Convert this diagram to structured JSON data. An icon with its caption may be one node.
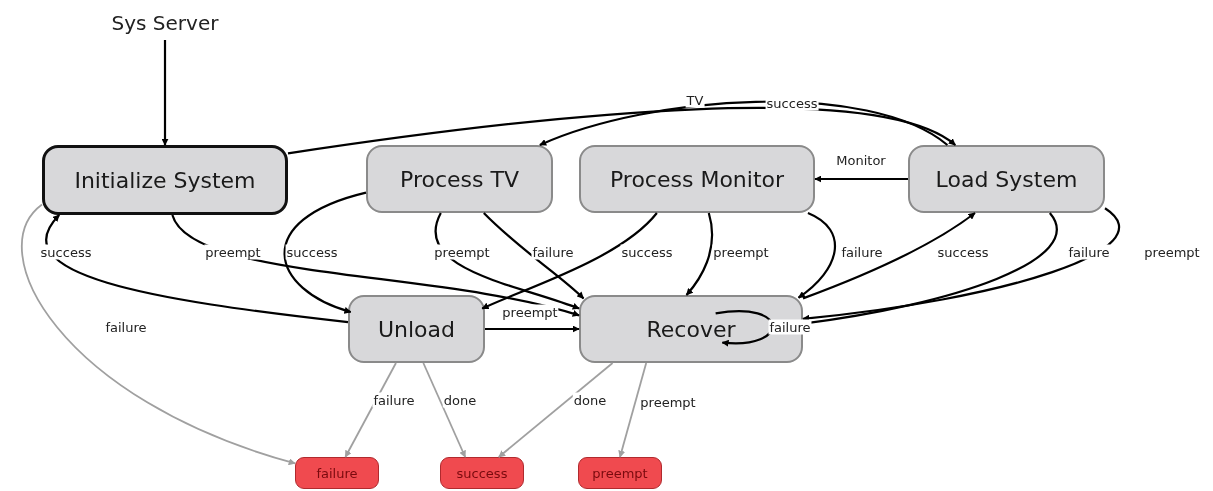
{
  "diagram": {
    "nodes": [
      {
        "text": [
          "Sys Server"
        ]
      },
      {
        "text": [
          "Initialize System"
        ]
      },
      {
        "text": [
          "Process TV"
        ]
      },
      {
        "text": [
          "Process Monitor"
        ]
      },
      {
        "text": [
          "Load System"
        ]
      },
      {
        "text": [
          "Unload"
        ]
      },
      {
        "text": [
          "Recover"
        ]
      },
      {
        "text": [
          "failure"
        ]
      },
      {
        "text": [
          "success"
        ]
      },
      {
        "text": [
          "preempt"
        ]
      }
    ],
    "edges": [
      {
        "from": 0,
        "to": 1,
        "arrow": "to"
      },
      {
        "from": 1,
        "to": 4,
        "arrow": "to",
        "label": "success"
      },
      {
        "from": 4,
        "to": 2,
        "arrow": "to",
        "label": "TV"
      },
      {
        "from": 4,
        "to": 3,
        "arrow": "to",
        "label": "Monitor"
      },
      {
        "from": 1,
        "to": 6,
        "arrow": "to",
        "label": "preempt"
      },
      {
        "from": 5,
        "to": 1,
        "arrow": "to",
        "label": "success"
      },
      {
        "from": 1,
        "to": 7,
        "arrow": "to",
        "label": "failure",
        "color": "#a0a0a0"
      },
      {
        "from": 2,
        "to": 5,
        "arrow": "to",
        "label": "success"
      },
      {
        "from": 2,
        "to": 6,
        "arrow": "to",
        "label": "preempt"
      },
      {
        "from": 2,
        "to": 6,
        "arrow": "to",
        "label": "failure"
      },
      {
        "from": 3,
        "to": 5,
        "arrow": "to",
        "label": "success"
      },
      {
        "from": 3,
        "to": 6,
        "arrow": "to",
        "label": "preempt"
      },
      {
        "from": 3,
        "to": 6,
        "arrow": "to",
        "label": "failure"
      },
      {
        "from": 6,
        "to": 4,
        "arrow": "to",
        "label": "success"
      },
      {
        "from": 4,
        "to": 6,
        "arrow": "to",
        "label": "failure"
      },
      {
        "from": 4,
        "to": 6,
        "arrow": "to",
        "label": "preempt"
      },
      {
        "from": 5,
        "to": 6,
        "arrow": "to",
        "label": "preempt"
      },
      {
        "from": 6,
        "to": 6,
        "arrow": "to",
        "label": "failure"
      },
      {
        "from": 5,
        "to": 7,
        "arrow": "to",
        "label": "failure",
        "color": "#a0a0a0"
      },
      {
        "from": 5,
        "to": 8,
        "arrow": "to",
        "label": "done",
        "color": "#a0a0a0"
      },
      {
        "from": 6,
        "to": 8,
        "arrow": "to",
        "label": "done",
        "color": "#a0a0a0"
      },
      {
        "from": 6,
        "to": 9,
        "arrow": "to",
        "label": "preempt",
        "color": "#a0a0a0"
      }
    ]
  }
}
